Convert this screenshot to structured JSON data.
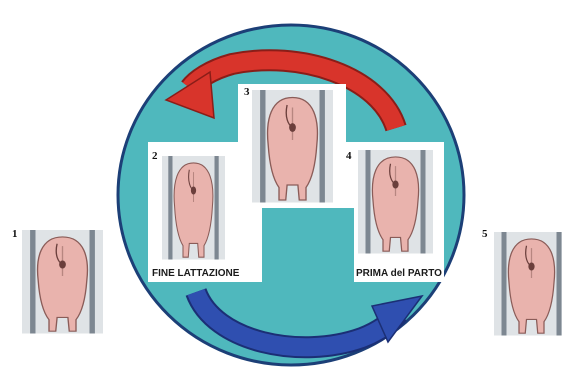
{
  "stages": [
    {
      "number": "1"
    },
    {
      "number": "2"
    },
    {
      "number": "3"
    },
    {
      "number": "4"
    },
    {
      "number": "5"
    }
  ],
  "labels": {
    "end_lactation": "FINE LATTAZIONE",
    "before_farrowing": "PRIMA del PARTO"
  },
  "colors": {
    "circle_fill": "#4fb8bd",
    "circle_stroke": "#1c3f77",
    "top_arrow": "#d8342b",
    "bottom_arrow": "#2f4fb0",
    "pig_body": "#e9b3ad"
  },
  "icons": {
    "top_arrow": "curved-arrow-left-icon",
    "bottom_arrow": "curved-arrow-right-icon",
    "pig": "pig-rear-view-icon"
  }
}
